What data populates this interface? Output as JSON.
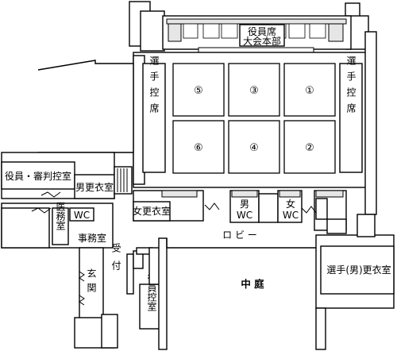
{
  "rooms": {
    "officials_seat": "役員席",
    "tournament_hq": "大会本部",
    "officials_referee_room": "役員・審判控室",
    "mens_changing_room": "男更衣室",
    "medical_room": "医務室",
    "wc": "WC",
    "office": "事務室",
    "womens_changing_room": "女更衣室",
    "mens_wc_label": "男",
    "womens_wc_label": "女",
    "lobby": "ロ ビ ー",
    "entrance": "玄関",
    "reception": "受付",
    "officials_waiting_room": "役員控室",
    "courtyard": "中 庭",
    "players_mens_changing_room": "選手(男)更衣室",
    "players_bench_left": "選手控席",
    "players_bench_right": "選手控席"
  },
  "courts": [
    "⑤",
    "③",
    "①",
    "⑥",
    "④",
    "②"
  ]
}
